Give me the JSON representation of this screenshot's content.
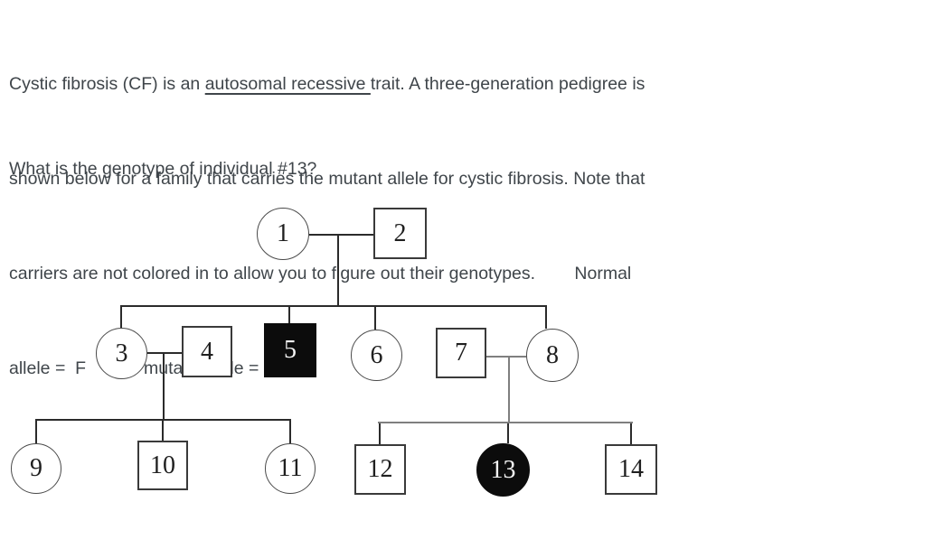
{
  "page": {
    "background": "#ffffff",
    "text_color": "#3f454a"
  },
  "question": {
    "line1_pre": "Cystic fibrosis (CF) is an ",
    "line1_underlined": "autosomal recessive ",
    "line1_post": "trait. A three-generation pedigree is",
    "line2": "shown below for a family that carries the mutant allele for cystic fibrosis. Note that",
    "line3": "carriers are not colored in to allow you to figure out their genotypes.        Normal",
    "line4": "allele =  F      CF mutant allele =  f",
    "prompt": "What is the genotype of individual #13?"
  },
  "pedigree": {
    "colors": {
      "line": "#2b2b2b",
      "gray_line": "#7f7f7f",
      "affected_fill": "#0c0c0c",
      "shape_stroke": "#3a3a3a"
    },
    "individuals": [
      {
        "label": "1",
        "sex": "female",
        "affected": false,
        "generation": "I"
      },
      {
        "label": "2",
        "sex": "male",
        "affected": false,
        "generation": "I"
      },
      {
        "label": "3",
        "sex": "female",
        "affected": false,
        "generation": "II"
      },
      {
        "label": "4",
        "sex": "male",
        "affected": false,
        "generation": "II"
      },
      {
        "label": "5",
        "sex": "male",
        "affected": true,
        "generation": "II"
      },
      {
        "label": "6",
        "sex": "female",
        "affected": false,
        "generation": "II"
      },
      {
        "label": "7",
        "sex": "male",
        "affected": false,
        "generation": "II"
      },
      {
        "label": "8",
        "sex": "female",
        "affected": false,
        "generation": "II"
      },
      {
        "label": "9",
        "sex": "female",
        "affected": false,
        "generation": "III"
      },
      {
        "label": "10",
        "sex": "male",
        "affected": false,
        "generation": "III"
      },
      {
        "label": "11",
        "sex": "female",
        "affected": false,
        "generation": "III"
      },
      {
        "label": "12",
        "sex": "male",
        "affected": false,
        "generation": "III"
      },
      {
        "label": "13",
        "sex": "female",
        "affected": true,
        "generation": "III"
      },
      {
        "label": "14",
        "sex": "male",
        "affected": false,
        "generation": "III"
      }
    ],
    "unions": [
      {
        "partners": [
          "1",
          "2"
        ],
        "children": [
          "3",
          "5",
          "6",
          "8"
        ]
      },
      {
        "partners": [
          "3",
          "4"
        ],
        "children": [
          "9",
          "10",
          "11"
        ]
      },
      {
        "partners": [
          "7",
          "8"
        ],
        "children": [
          "12",
          "13",
          "14"
        ]
      }
    ]
  }
}
